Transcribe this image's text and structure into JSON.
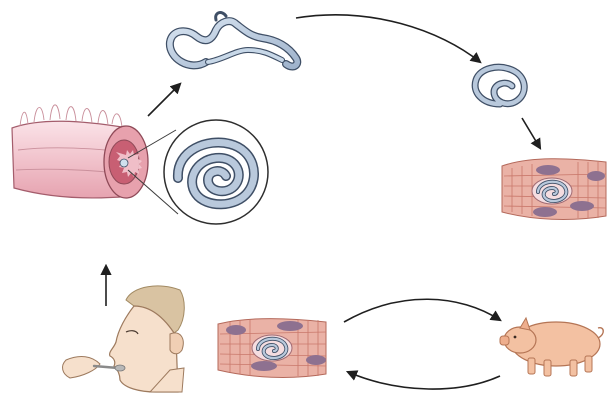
{
  "colors": {
    "background": "#ffffff",
    "worm_fill": "#b9c9dc",
    "worm_outline": "#3f4f66",
    "muscle_fill": "#e7a79b",
    "muscle_stripe": "#c9786b",
    "muscle_nucleus": "#8e7190",
    "intestine_fill": "#f1c3cc",
    "intestine_lumen": "#d97a8b",
    "skin": "#f6e0cc",
    "pig_fill": "#f3c1a2",
    "arrow": "#1f1f1f"
  },
  "stages": [
    {
      "id": "adult-worm",
      "icon": "nematode-worm"
    },
    {
      "id": "larva",
      "icon": "coiled-larva"
    },
    {
      "id": "encysted-larva-in-muscle",
      "icon": "muscle-cyst"
    },
    {
      "id": "pig-host",
      "icon": "pig"
    },
    {
      "id": "infected-meat",
      "icon": "muscle-cyst"
    },
    {
      "id": "human-ingestion",
      "icon": "human-eating"
    },
    {
      "id": "intestine",
      "icon": "intestine-with-larva"
    }
  ]
}
